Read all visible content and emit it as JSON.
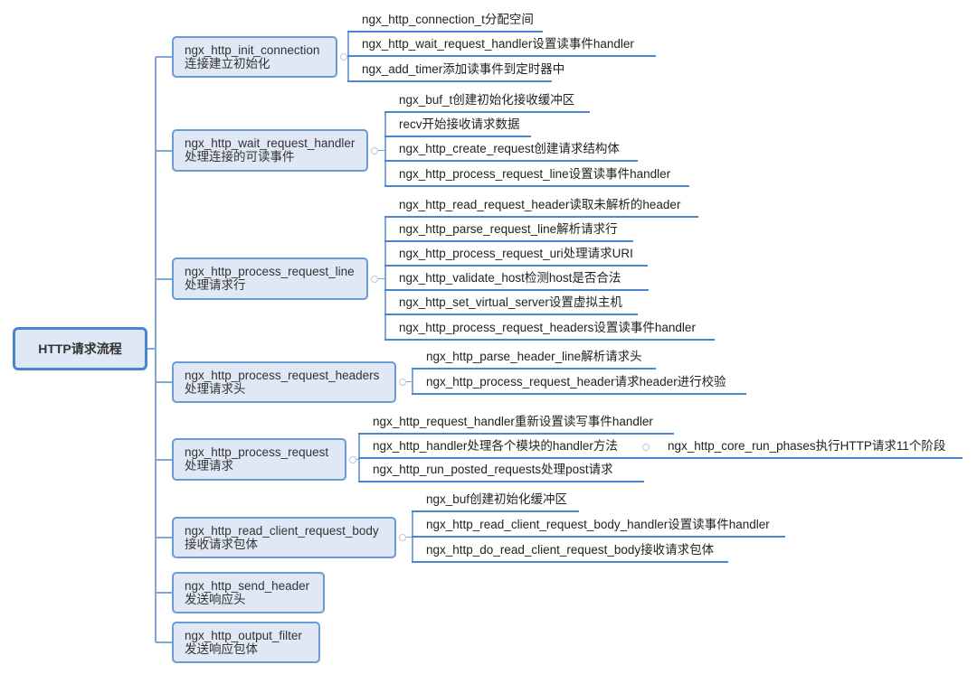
{
  "root": {
    "label": "HTTP请求流程"
  },
  "branches": [
    {
      "title": "ngx_http_init_connection",
      "subtitle": "连接建立初始化",
      "children": [
        "ngx_http_connection_t分配空间",
        "ngx_http_wait_request_handler设置读事件handler",
        "ngx_add_timer添加读事件到定时器中"
      ]
    },
    {
      "title": "ngx_http_wait_request_handler",
      "subtitle": "处理连接的可读事件",
      "children": [
        "ngx_buf_t创建初始化接收缓冲区",
        "recv开始接收请求数据",
        "ngx_http_create_request创建请求结构体",
        "ngx_http_process_request_line设置读事件handler"
      ]
    },
    {
      "title": "ngx_http_process_request_line",
      "subtitle": "处理请求行",
      "children": [
        "ngx_http_read_request_header读取未解析的header",
        "ngx_http_parse_request_line解析请求行",
        "ngx_http_process_request_uri处理请求URI",
        "ngx_http_validate_host检测host是否合法",
        "ngx_http_set_virtual_server设置虚拟主机",
        "ngx_http_process_request_headers设置读事件handler"
      ]
    },
    {
      "title": "ngx_http_process_request_headers",
      "subtitle": "处理请求头",
      "children": [
        "ngx_http_parse_header_line解析请求头",
        "ngx_http_process_request_header请求header进行校验"
      ]
    },
    {
      "title": "ngx_http_process_request",
      "subtitle": "处理请求",
      "children": [
        "ngx_http_request_handler重新设置读写事件handler",
        "ngx_http_handler处理各个模块的handler方法",
        "ngx_http_run_posted_requests处理post请求"
      ],
      "grandchild": "ngx_http_core_run_phases执行HTTP请求11个阶段"
    },
    {
      "title": "ngx_http_read_client_request_body",
      "subtitle": "接收请求包体",
      "children": [
        "ngx_buf创建初始化缓冲区",
        "ngx_http_read_client_request_body_handler设置读事件handler",
        "ngx_http_do_read_client_request_body接收请求包体"
      ]
    },
    {
      "title": "ngx_http_send_header",
      "subtitle": "发送响应头",
      "children": []
    },
    {
      "title": "ngx_http_output_filter",
      "subtitle": "发送响应包体",
      "children": []
    }
  ],
  "colors": {
    "line": "#4a86d0",
    "box_fill": "#dfe8f4",
    "box_border": "#6b9bd6"
  }
}
